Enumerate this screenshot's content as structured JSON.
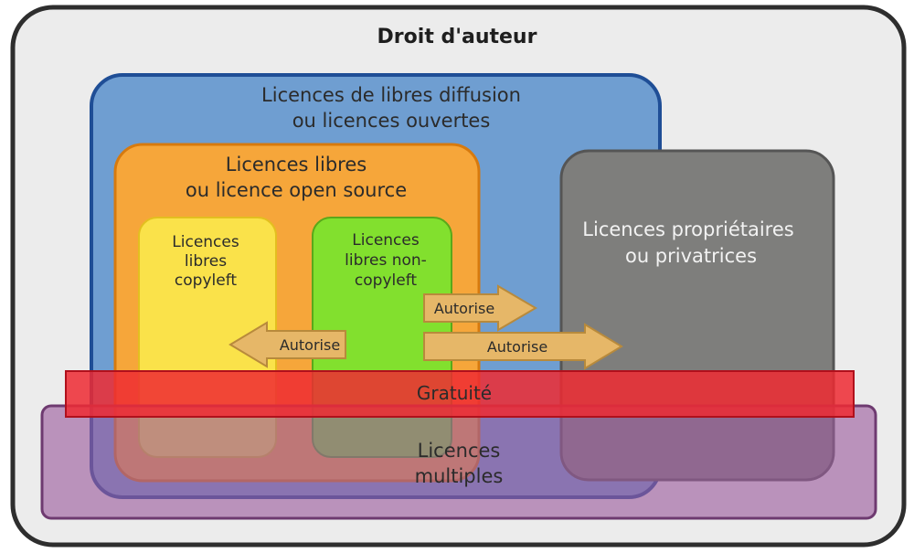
{
  "title": "Droit d'auteur",
  "regions": {
    "libre_diffusion": {
      "line1": "Licences de libres diffusion",
      "line2": "ou licences ouvertes"
    },
    "libres": {
      "line1": "Licences libres",
      "line2": "ou licence open source"
    },
    "copyleft": {
      "line1": "Licences",
      "line2": "libres",
      "line3": "copyleft"
    },
    "non_copyleft": {
      "line1": "Licences",
      "line2": "libres non-",
      "line3": "copyleft"
    },
    "proprietaires": {
      "line1": "Licences propriétaires",
      "line2": "ou privatrices"
    },
    "gratuite": {
      "label": "Gratuité"
    },
    "multiples": {
      "line1": "Licences",
      "line2": "multiples"
    }
  },
  "arrows": {
    "a1": "Autorise",
    "a2": "Autorise",
    "a3": "Autorise"
  },
  "colors": {
    "outer_bg": "#ececec",
    "outer_border": "#2e2e2e",
    "libre_diffusion_fill": "#6f9ed1",
    "libre_diffusion_border": "#1f4e96",
    "libres_fill": "#f6a63a",
    "libres_border": "#d77a0e",
    "copyleft_fill": "#fae24a",
    "copyleft_border": "#e3bf1f",
    "non_copyleft_fill": "#82e02e",
    "non_copyleft_border": "#5aa81a",
    "proprietaires_fill": "#7e7e7c",
    "proprietaires_border": "#555555",
    "gratuite_fill": "#ee2a33",
    "gratuite_border": "#b0101c",
    "multiples_fill": "#9b5b9c",
    "multiples_border": "#6e3a70",
    "arrow_fill": "#e6b768",
    "arrow_border": "#b88a3c"
  }
}
